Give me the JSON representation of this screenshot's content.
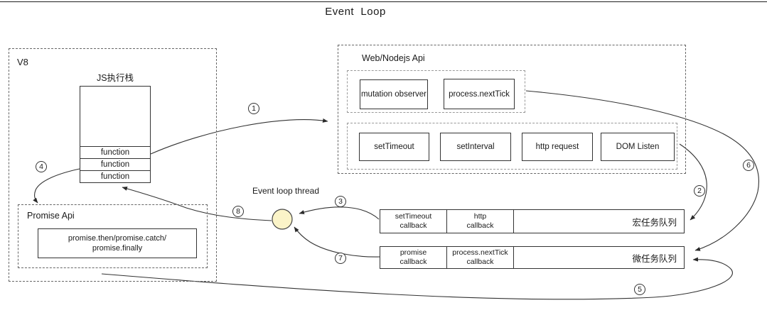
{
  "title": "Event  Loop",
  "v8": {
    "label": "V8",
    "stack": {
      "label": "JS执行栈",
      "frames": [
        "function",
        "function",
        "function"
      ]
    },
    "promise_api": {
      "label": "Promise Api",
      "methods_line1": "promise.then/promise.catch/",
      "methods_line2": "promise.finally"
    }
  },
  "web_api": {
    "label": "Web/Nodejs Api",
    "micro_sources": [
      "mutation observer",
      "process.nextTick"
    ],
    "macro_sources": [
      "setTimeout",
      "setInterval",
      "http request",
      "DOM Listen"
    ]
  },
  "event_loop": {
    "thread_label": "Event loop thread"
  },
  "queues": {
    "macro": {
      "label": "宏任务队列",
      "items": [
        {
          "line1": "setTimeout",
          "line2": "callback"
        },
        {
          "line1": "http",
          "line2": "callback"
        }
      ]
    },
    "micro": {
      "label": "微任务队列",
      "items": [
        {
          "line1": "promise",
          "line2": "callback"
        },
        {
          "line1": "process.nextTick",
          "line2": "callback"
        }
      ]
    }
  },
  "steps": [
    "1",
    "2",
    "3",
    "4",
    "5",
    "6",
    "7",
    "8"
  ],
  "colors": {
    "thread_fill": "#FBF4C8",
    "line": "#333333"
  }
}
